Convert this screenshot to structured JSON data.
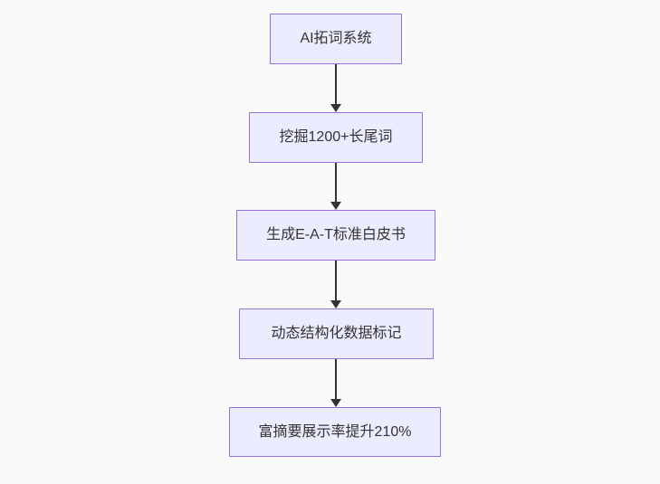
{
  "diagram": {
    "type": "flowchart-top-down",
    "nodes": [
      {
        "id": "1",
        "label": "AI拓词系统"
      },
      {
        "id": "2",
        "label": "挖掘1200+长尾词"
      },
      {
        "id": "3",
        "label": "生成E-A-T标准白皮书"
      },
      {
        "id": "4",
        "label": "动态结构化数据标记"
      },
      {
        "id": "5",
        "label": "富摘要展示率提升210%"
      }
    ],
    "edges": [
      {
        "from": "1",
        "to": "2",
        "label": ""
      },
      {
        "from": "2",
        "to": "3",
        "label": ""
      },
      {
        "from": "3",
        "to": "4",
        "label": ""
      },
      {
        "from": "4",
        "to": "5",
        "label": ""
      }
    ]
  },
  "theme": {
    "background": "#fafafa",
    "node_fill": "#ececff",
    "node_border": "#9370db",
    "text_color": "#333333",
    "arrow_color": "#333333"
  }
}
